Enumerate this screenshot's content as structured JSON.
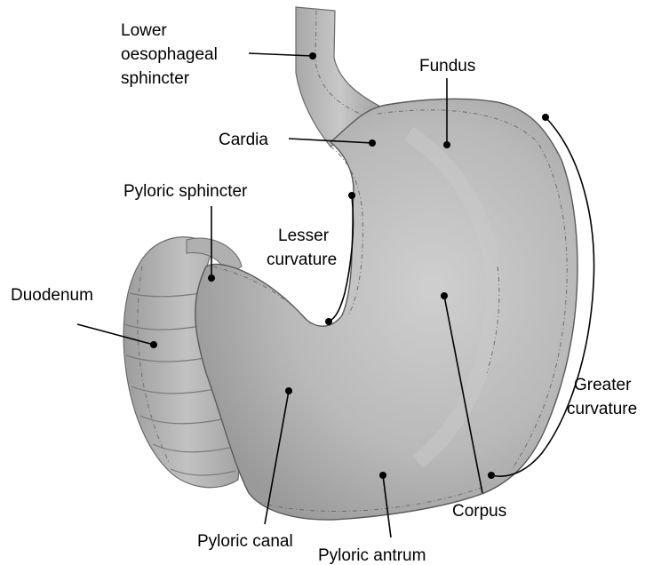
{
  "labels": {
    "lower_oesophageal_sphincter": [
      "Lower",
      "oesophageal",
      "sphincter"
    ],
    "fundus": "Fundus",
    "cardia": "Cardia",
    "pyloric_sphincter": "Pyloric sphincter",
    "lesser_curvature": [
      "Lesser",
      "curvature"
    ],
    "duodenum": "Duodenum",
    "greater_curvature": [
      "Greater",
      "curvature"
    ],
    "corpus": "Corpus",
    "pyloric_canal": "Pyloric canal",
    "pyloric_antrum": "Pyloric antrum"
  },
  "colors": {
    "stomach_fill": "#b4b4b4",
    "stomach_highlight": "#cfcfcf",
    "stomach_shadow": "#8f8f8f",
    "outline": "#5a5a5a",
    "leader_lines": "#000000",
    "background": "#ffffff"
  }
}
